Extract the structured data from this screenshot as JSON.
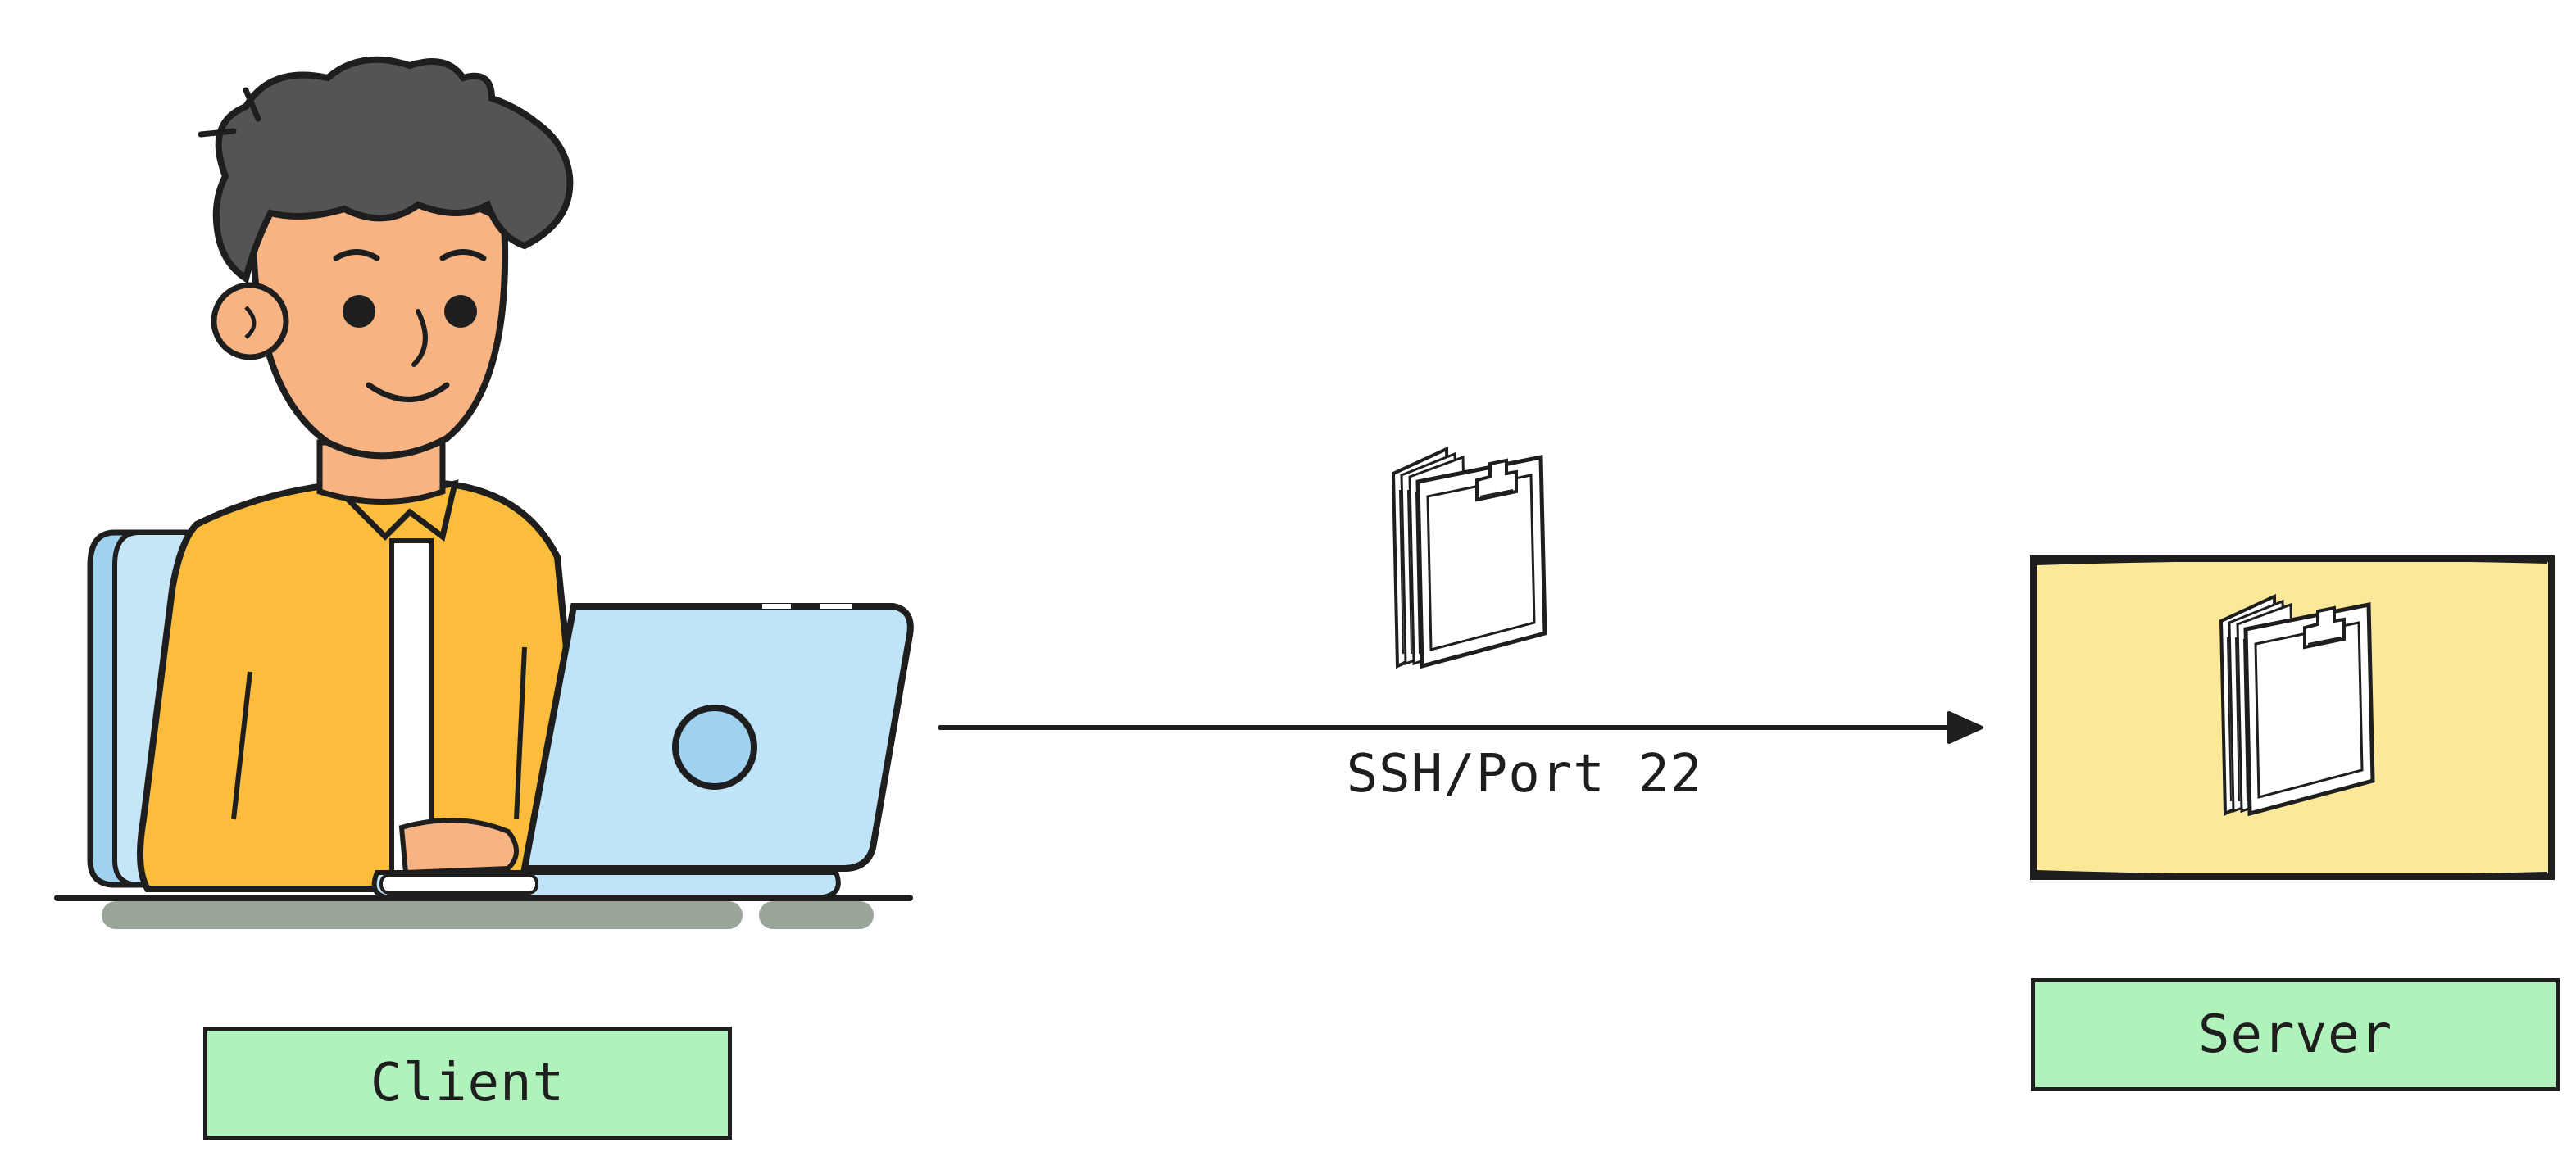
{
  "client": {
    "label": "Client"
  },
  "server": {
    "label": "Server",
    "fill_color": "#fbe898"
  },
  "connection": {
    "label": "SSH/Port 22",
    "direction": "client-to-server"
  },
  "icons": {
    "client": "person-at-laptop-icon",
    "transfer": "file-folder-icon",
    "server_contents": "file-folder-icon"
  },
  "colors": {
    "label_box": "#b0f2bb",
    "stroke": "#1e1e1e",
    "shirt": "#fbbd3b",
    "laptop": "#bfe3f7",
    "skin": "#f7b382",
    "hair": "#545454"
  }
}
